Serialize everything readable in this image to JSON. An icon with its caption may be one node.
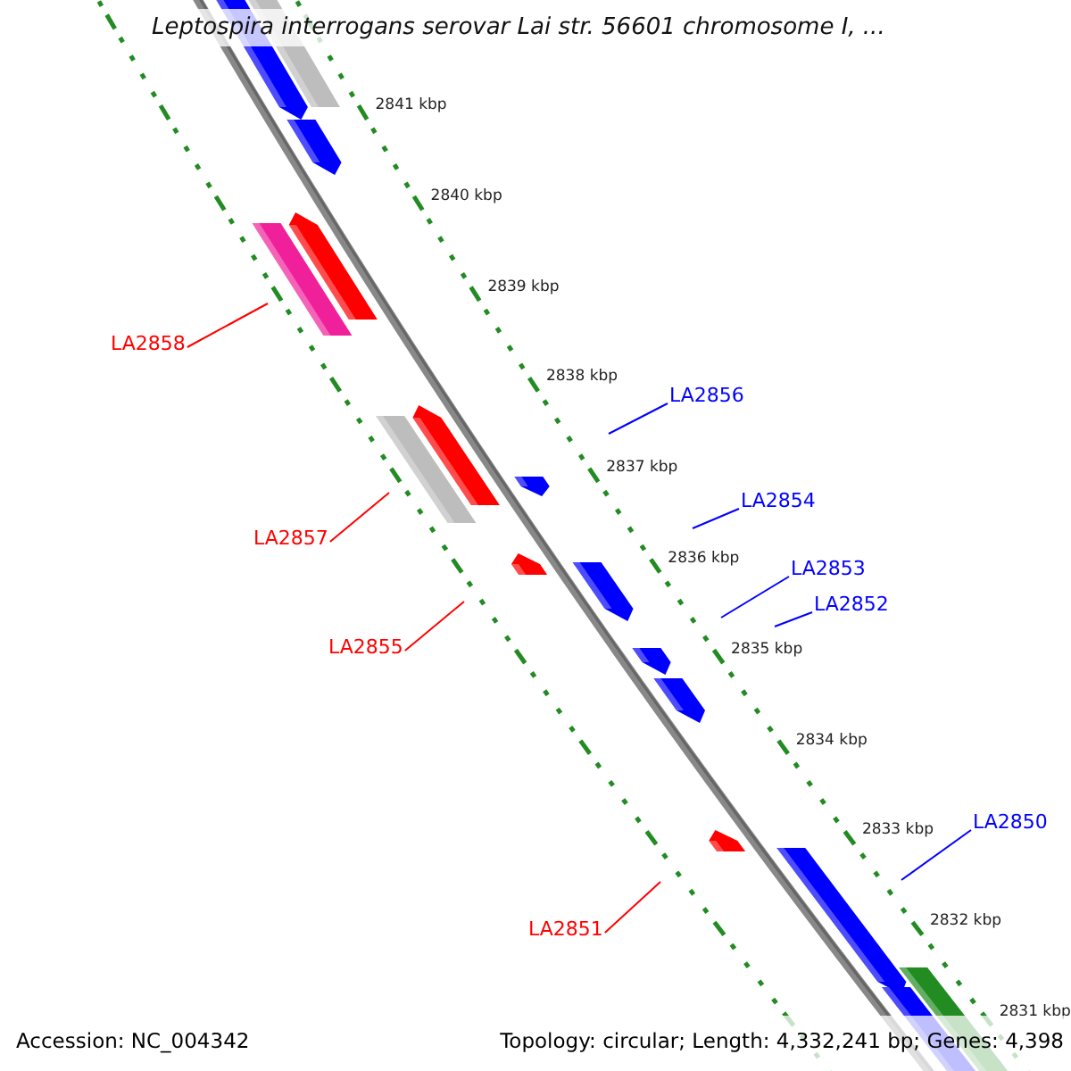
{
  "diagram": {
    "title": "Leptospira interrogans serovar Lai str. 56601 chromosome I, ...",
    "nodes": [
      {
        "text": [
          "LA2858"
        ]
      },
      {
        "text": [
          "LA2856"
        ]
      },
      {
        "text": [
          "LA2854"
        ]
      },
      {
        "text": [
          "LA2857"
        ]
      },
      {
        "text": [
          "LA2853"
        ]
      },
      {
        "text": [
          "LA2852"
        ]
      },
      {
        "text": [
          "LA2855"
        ]
      },
      {
        "text": [
          "LA2850"
        ]
      },
      {
        "text": [
          "LA2851"
        ]
      }
    ],
    "edges": [
      {
        "from": 0,
        "to": null,
        "arrow": "none",
        "color": "#ff0000"
      },
      {
        "from": 1,
        "to": null,
        "arrow": "none"
      },
      {
        "from": 2,
        "to": null,
        "arrow": "none"
      },
      {
        "from": 3,
        "to": null,
        "arrow": "none",
        "color": "#ff0000"
      },
      {
        "from": 4,
        "to": null,
        "arrow": "none"
      },
      {
        "from": 5,
        "to": null,
        "arrow": "none"
      },
      {
        "from": 6,
        "to": null,
        "arrow": "none",
        "color": "#ff0000"
      },
      {
        "from": 7,
        "to": null,
        "arrow": "none"
      },
      {
        "from": 8,
        "to": null,
        "arrow": "none",
        "color": "#ff0000"
      }
    ],
    "labels": [
      "2841 kbp",
      "2840 kbp",
      "2839 kbp",
      "2838 kbp",
      "2837 kbp",
      "2836 kbp",
      "2835 kbp",
      "2834 kbp",
      "2833 kbp",
      "2832 kbp",
      "2831 kbp",
      "Accession: NC_004342",
      "Topology: circular; Length: 4,332,241 bp; Genes: 4,398"
    ]
  }
}
